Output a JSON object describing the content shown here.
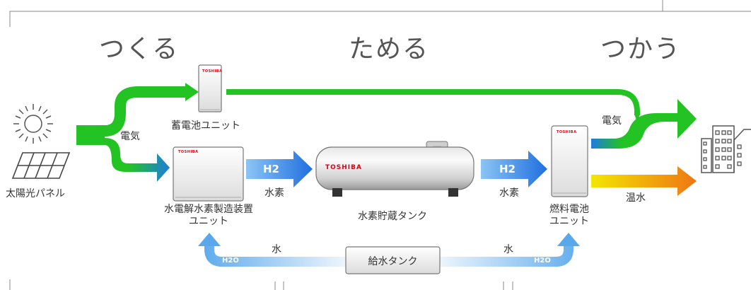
{
  "stages": {
    "make": "つくる",
    "store": "ためる",
    "use": "つかう"
  },
  "labels": {
    "electricity_left": "電気",
    "electricity_right": "電気",
    "hydrogen_left_symbol": "H2",
    "hydrogen_left": "水素",
    "hydrogen_right_symbol": "H2",
    "hydrogen_right": "水素",
    "hot_water": "温水",
    "water_left": "水",
    "water_right": "水",
    "h2o_left": "H2O",
    "h2o_right": "H2O"
  },
  "components": {
    "solar_panel": "太陽光パネル",
    "battery_unit": "蓄電池ユニット",
    "electrolyzer_line1": "水電解水素製造装置",
    "electrolyzer_line2": "ユニット",
    "hydrogen_tank": "水素貯蔵タンク",
    "fuel_cell_line1": "燃料電池",
    "fuel_cell_line2": "ユニット",
    "water_tank": "給水タンク"
  },
  "brand": "TOSHIBA",
  "colors": {
    "electricity_green": "#22c322",
    "hydrogen_blue": "#1f7be0",
    "water_blue": "#9cc8f0",
    "hot_water_yellow": "#ecd400",
    "hot_water_orange": "#f07a14"
  }
}
